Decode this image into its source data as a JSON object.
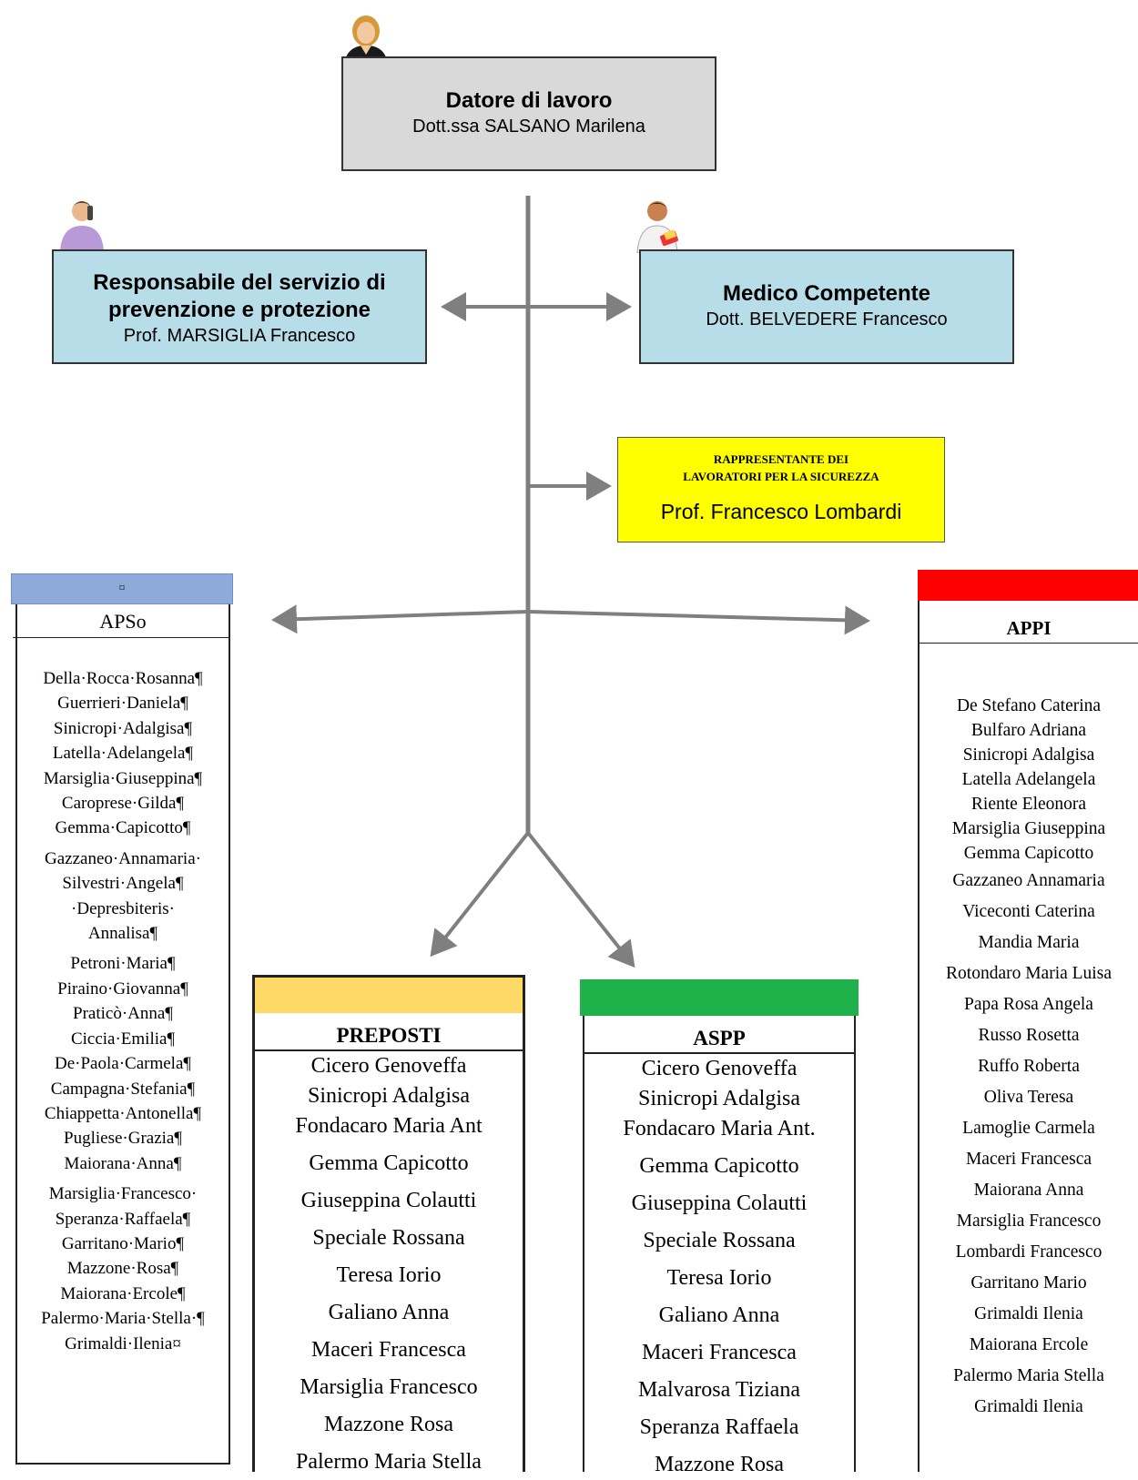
{
  "datore": {
    "title": "Datore di lavoro",
    "name": "Dott.ssa SALSANO Marilena"
  },
  "rspp": {
    "title_line1": "Responsabile del servizio di",
    "title_line2": "prevenzione e protezione",
    "name": "Prof. MARSIGLIA Francesco"
  },
  "medico": {
    "title": "Medico Competente",
    "name": "Dott. BELVEDERE Francesco"
  },
  "rls": {
    "title_line1": "RAPPRESENTANTE DEI",
    "title_line2": "LAVORATORI PER LA SICUREZZA",
    "name": "Prof. Francesco Lombardi"
  },
  "colors": {
    "datore": "#d9d9d9",
    "rspp": "#b6dde8",
    "rls": "#ffff00",
    "apso_header": "#8eaadb",
    "appi_header": "#ff0000",
    "preposti_header": "#ffd966",
    "aspp_header": "#1fb24a",
    "arrow": "#7f7f7f"
  },
  "apso": {
    "marker": "¤",
    "title": "APSo",
    "members": [
      "Della·Rocca·Rosanna¶",
      "Guerrieri·Daniela¶",
      "Sinicropi·Adalgisa¶",
      "Latella·Adelangela¶",
      "Marsiglia·Giuseppina¶",
      "Caroprese·Gilda¶",
      "Gemma·Capicotto¶",
      "Gazzaneo·Annamaria·",
      "Silvestri·Angela¶",
      "·Depresbiteris·",
      "Annalisa¶",
      "Petroni·Maria¶",
      "Piraino·Giovanna¶",
      "Praticò·Anna¶",
      "Ciccia·Emilia¶",
      "De·Paola·Carmela¶",
      "Campagna·Stefania¶",
      "Chiappetta·Antonella¶",
      "Pugliese·Grazia¶",
      "Maiorana·Anna¶",
      "Marsiglia·Francesco·",
      "Speranza·Raffaela¶",
      "Garritano·Mario¶",
      "Mazzone·Rosa¶",
      "Maiorana·Ercole¶",
      "Palermo·Maria·Stella·¶",
      "Grimaldi·Ilenia¤"
    ]
  },
  "preposti": {
    "title": "PREPOSTI",
    "members": [
      "Cicero Genoveffa",
      "Sinicropi Adalgisa",
      "Fondacaro Maria Ant",
      "Gemma Capicotto",
      "Giuseppina Colautti",
      "Speciale Rossana",
      "Teresa Iorio",
      "Galiano Anna",
      "Maceri Francesca",
      "Marsiglia Francesco",
      "Mazzone Rosa",
      "Palermo Maria Stella"
    ]
  },
  "aspp": {
    "title": "ASPP",
    "members": [
      "Cicero Genoveffa",
      "Sinicropi Adalgisa",
      "Fondacaro Maria Ant.",
      "Gemma Capicotto",
      "Giuseppina Colautti",
      "Speciale Rossana",
      "Teresa Iorio",
      "Galiano Anna",
      "Maceri Francesca",
      "Malvarosa Tiziana",
      "Speranza Raffaela",
      "Mazzone Rosa"
    ]
  },
  "appi": {
    "title": "APPI",
    "members": [
      "De Stefano Caterina",
      "Bulfaro Adriana",
      "Sinicropi Adalgisa",
      "Latella Adelangela",
      "Riente Eleonora",
      "Marsiglia Giuseppina",
      "Gemma Capicotto",
      "Gazzaneo Annamaria",
      "Viceconti Caterina",
      "Mandia Maria",
      "Rotondaro Maria Luisa",
      "Papa Rosa Angela",
      "Russo Rosetta",
      "Ruffo Roberta",
      "Oliva Teresa",
      "Lamoglie Carmela",
      "Maceri  Francesca",
      "Maiorana Anna",
      "Marsiglia Francesco",
      "Lombardi Francesco",
      "Garritano Mario",
      "Grimaldi Ilenia",
      "Maiorana Ercole",
      "Palermo Maria Stella",
      "Grimaldi Ilenia"
    ]
  }
}
